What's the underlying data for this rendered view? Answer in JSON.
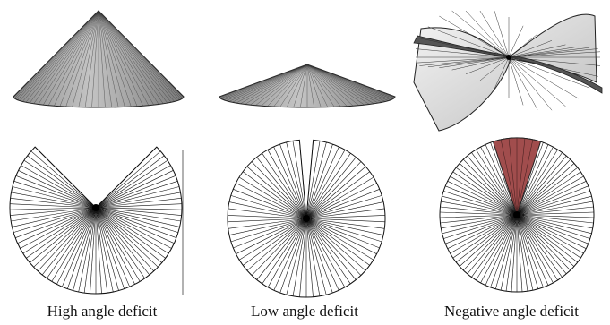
{
  "captions": {
    "high": "High angle deficit",
    "low": "Low angle deficit",
    "negative": "Negative angle deficit"
  },
  "colors": {
    "cone_fill": "#b3b3b3",
    "cone_shade": "#6e6e6e",
    "line": "#111111",
    "wedge_fill": "#a14d4d",
    "background": "#ffffff"
  },
  "panels": [
    {
      "name": "high-angle-deficit",
      "cone": "tall",
      "flattened_gap": "wide"
    },
    {
      "name": "low-angle-deficit",
      "cone": "flat",
      "flattened_gap": "narrow"
    },
    {
      "name": "negative-angle-deficit",
      "cone": "saddle",
      "flattened_gap": "overlap"
    }
  ]
}
